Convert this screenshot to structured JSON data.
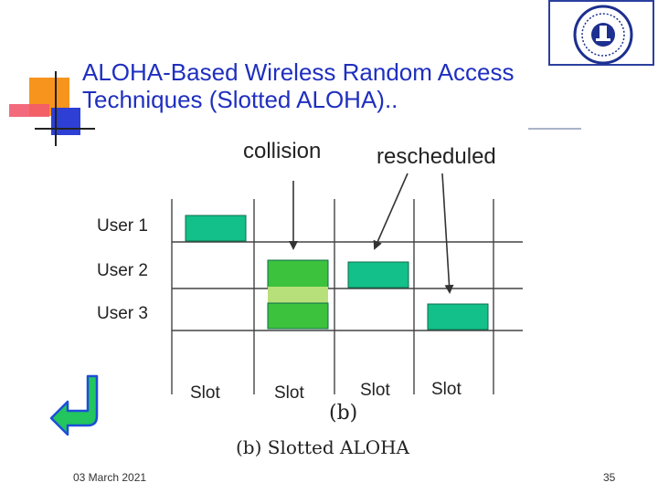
{
  "slide": {
    "title_line1": "ALOHA-Based Wireless Random Access",
    "title_line2": "Techniques (Slotted ALOHA)..",
    "footer_date": "03 March 2021",
    "page_number": "35"
  },
  "diagram": {
    "annotations": {
      "collision": "collision",
      "rescheduled": "rescheduled"
    },
    "users": [
      "User 1",
      "User 2",
      "User 3"
    ],
    "slot_labels": [
      "Slot",
      "Slot",
      "Slot",
      "Slot"
    ],
    "sub_label": "(b)",
    "caption": "(b) Slotted ALOHA",
    "transmissions": [
      {
        "user": 1,
        "slot": 1,
        "state": "success"
      },
      {
        "user": 2,
        "slot": 2,
        "state": "collision"
      },
      {
        "user": 3,
        "slot": 2,
        "state": "collision"
      },
      {
        "user": 2,
        "slot": 3,
        "state": "rescheduled"
      },
      {
        "user": 3,
        "slot": 4,
        "state": "rescheduled"
      }
    ]
  },
  "colors": {
    "title": "#1f2fbf",
    "packet": "#13c08a",
    "collision": "#3cc23c",
    "collision_stripe": "#b8e07a",
    "accent_orange": "#f7941d",
    "accent_blue": "#2d3fd4",
    "accent_pink": "#f25a6e"
  },
  "icons": {
    "logo": "university-seal-icon",
    "back": "return-arrow-icon"
  }
}
